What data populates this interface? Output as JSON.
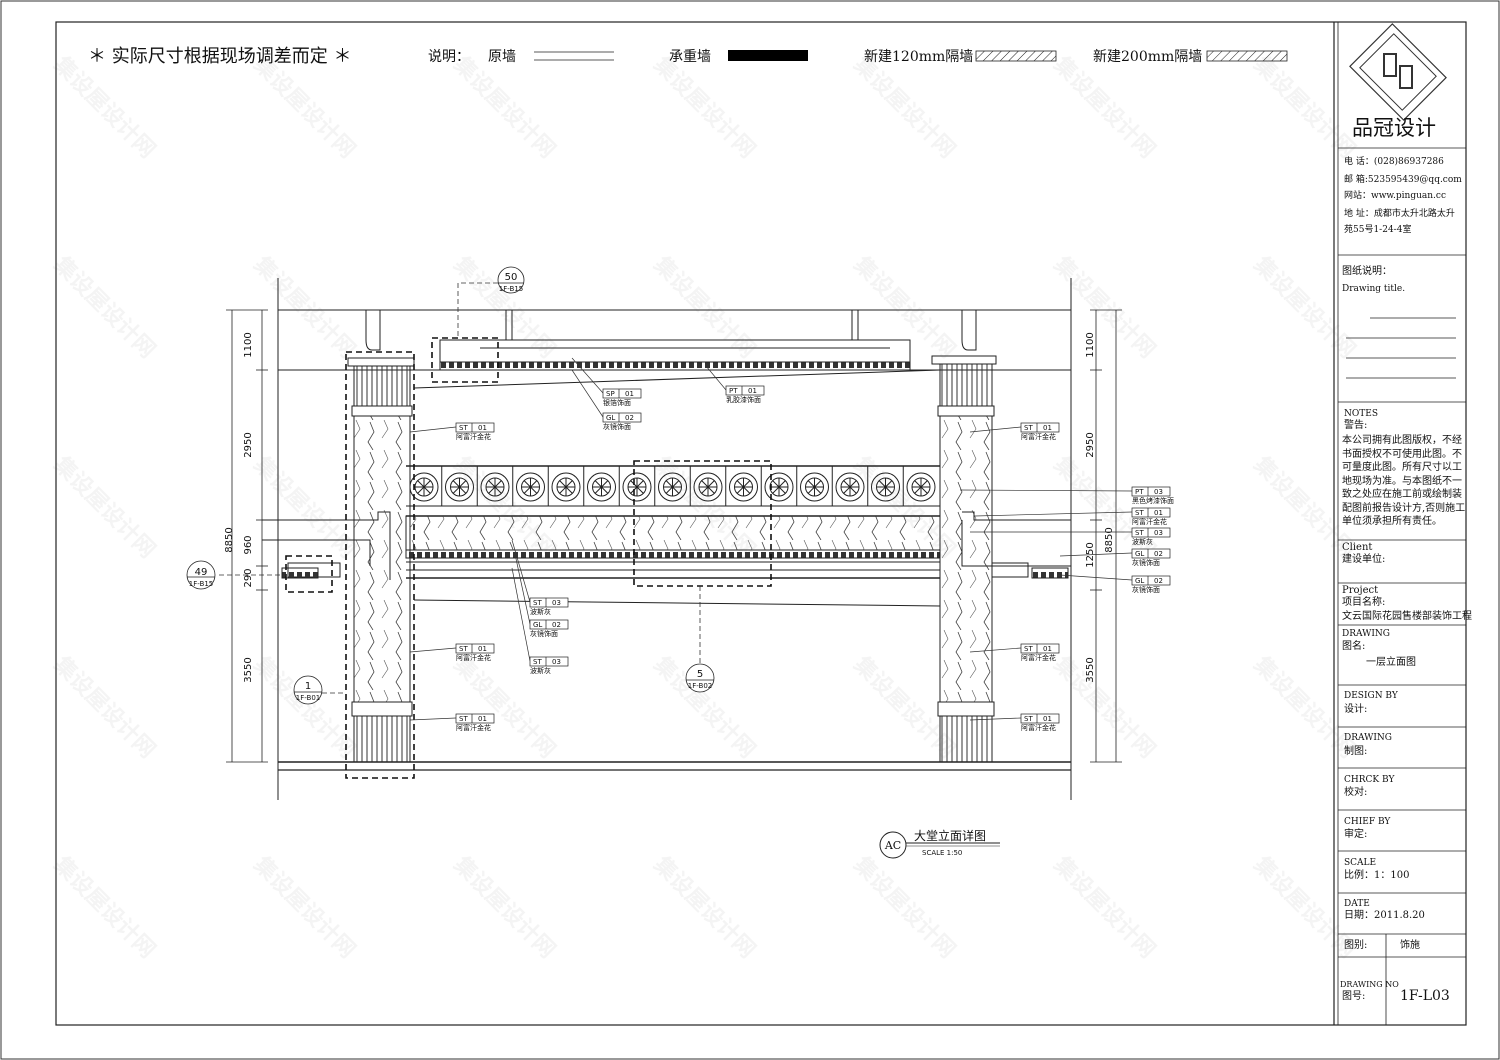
{
  "header": {
    "notice": "＊ 实际尺寸根据现场调差而定 ＊",
    "legend_title": "说明：",
    "legend_items": [
      {
        "label": "原墙"
      },
      {
        "label": "承重墙"
      },
      {
        "label": "新建120mm隔墙"
      },
      {
        "label": "新建200mm隔墙"
      }
    ]
  },
  "title_block": {
    "company": "品冠设计",
    "phone": "电  话：(028)86937286",
    "email": "邮  箱:523595439@qq.com",
    "website": "网站：www.pinguan.cc",
    "address_line1": "地  址：成都市太升北路太升",
    "address_line2": "苑55号1-24-4室",
    "drawing_title_cn": "图纸说明：",
    "drawing_title_en": "Drawing title.",
    "notes_en": "NOTES",
    "notes_cn": "警告:",
    "notes_body": [
      "本公司拥有此图版权，不经",
      "书面授权不可使用此图。不",
      "可量度此图。所有尺寸以工",
      "地现场为准。与本图纸不一",
      "致之处应在施工前或绘制装",
      "配图前报告设计方,否则施工",
      "单位须承担所有责任。"
    ],
    "client_en": "Client",
    "client_cn": "建设单位:",
    "project_en": "Project",
    "project_cn": "项目名称:",
    "project_name": "文云国际花园售楼部装饰工程",
    "drawing_en": "DRAWING",
    "drawing_cn": "图名:",
    "drawing_name": "一层立面图",
    "design_en": "DESIGN BY",
    "design_cn": "设计:",
    "drafting_en": "DRAWING",
    "drafting_cn": "制图:",
    "check_en": "CHRCK BY",
    "check_cn": "校对:",
    "chief_en": "CHIEF BY",
    "chief_cn": "审定:",
    "scale_en": "SCALE",
    "scale_cn": "比例：1：100",
    "date_en": "DATE",
    "date_cn": "日期：2011.8.20",
    "category_label": "图别:",
    "category_value": "饰施",
    "number_en": "DRAWING NO",
    "number_cn": "图号:",
    "number_value": "1F-L03"
  },
  "drawing": {
    "caption_mark": "AC",
    "caption_title": "大堂立面详图",
    "caption_scale": "SCALE 1:50",
    "dims_left": [
      "1100",
      "2950",
      "960",
      "290",
      "3550",
      "8850"
    ],
    "dims_right": [
      "1100",
      "2950",
      "1250",
      "3550",
      "8850"
    ],
    "callouts": [
      {
        "num": "50",
        "ref": "1F-B15"
      },
      {
        "num": "49",
        "ref": "1F-B15"
      },
      {
        "num": "1",
        "ref": "1F-B01"
      },
      {
        "num": "5",
        "ref": "1F-B02"
      }
    ],
    "tags_center": [
      {
        "code": "SP",
        "no": "01",
        "desc": "银箔饰面"
      },
      {
        "code": "GL",
        "no": "02",
        "desc": "灰镜饰面"
      },
      {
        "code": "PT",
        "no": "01",
        "desc": "乳胶漆饰面"
      },
      {
        "code": "ST",
        "no": "03",
        "desc": "波斯灰"
      },
      {
        "code": "GL",
        "no": "02",
        "desc": "灰镜饰面"
      },
      {
        "code": "ST",
        "no": "03",
        "desc": "波斯灰"
      }
    ],
    "tags_left_column": [
      {
        "code": "ST",
        "no": "01",
        "desc": "阿富汗金花"
      },
      {
        "code": "ST",
        "no": "01",
        "desc": "阿富汗金花"
      },
      {
        "code": "ST",
        "no": "01",
        "desc": "阿富汗金花"
      }
    ],
    "tags_right_column": [
      {
        "code": "ST",
        "no": "01",
        "desc": "阿富汗金花"
      },
      {
        "code": "ST",
        "no": "01",
        "desc": "阿富汗金花"
      },
      {
        "code": "ST",
        "no": "01",
        "desc": "阿富汗金花"
      }
    ],
    "tags_right_side": [
      {
        "code": "PT",
        "no": "03",
        "desc": "黑色烤漆饰面"
      },
      {
        "code": "ST",
        "no": "01",
        "desc": "阿富汗金花"
      },
      {
        "code": "ST",
        "no": "03",
        "desc": "波斯灰"
      },
      {
        "code": "GL",
        "no": "02",
        "desc": "灰镜饰面"
      },
      {
        "code": "GL",
        "no": "02",
        "desc": "灰镜饰面"
      }
    ]
  },
  "watermark": "集设屋设计网"
}
